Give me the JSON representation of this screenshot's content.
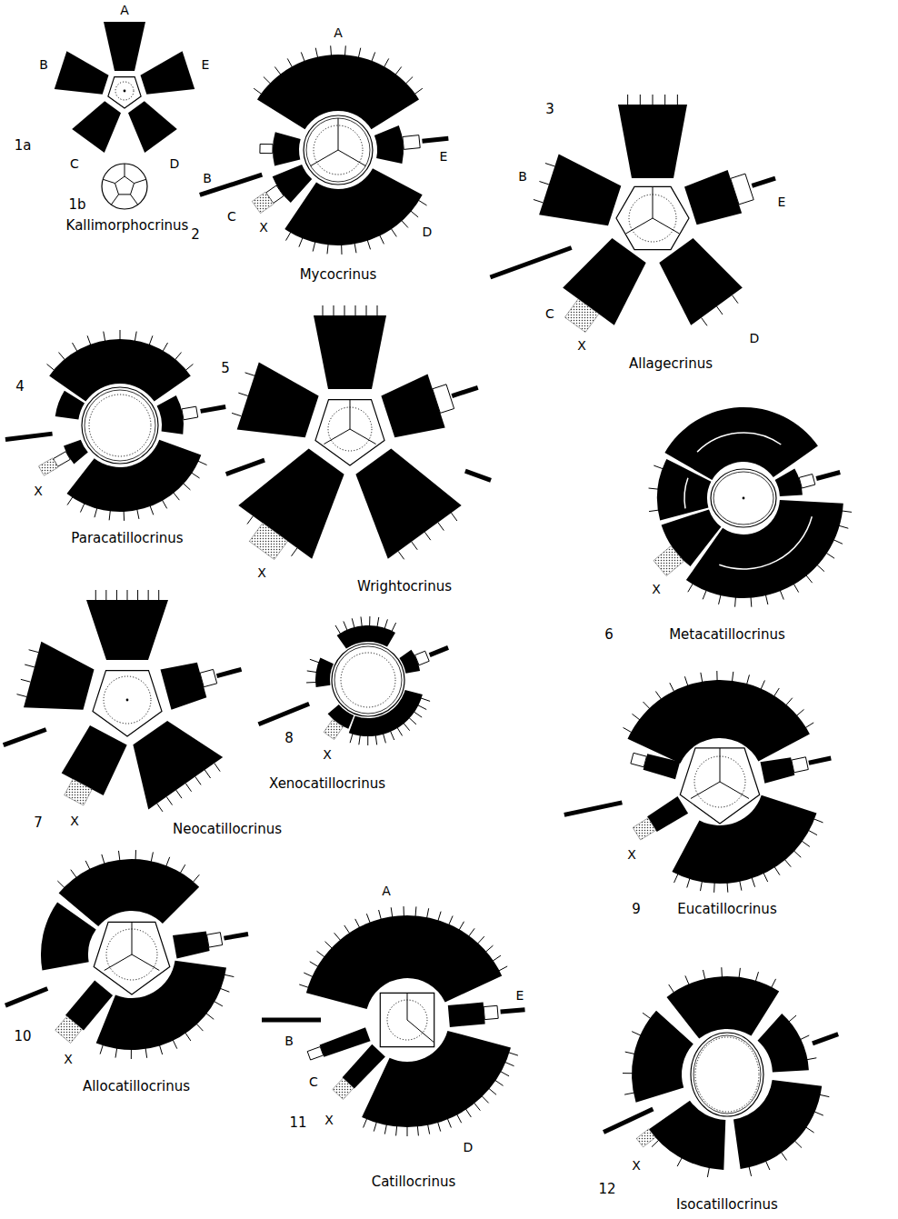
{
  "diagram": {
    "labels": [
      "A",
      "B",
      "E",
      "1a",
      "C",
      "D",
      "1b",
      "Kallimorphocrinus",
      "A",
      "B",
      "E",
      "C",
      "2",
      "X",
      "D",
      "Mycocrinus",
      "3",
      "B",
      "E",
      "C",
      "X",
      "Allagecrinus",
      "D",
      "4",
      "X",
      "Paracatillocrinus",
      "5",
      "X",
      "Wrightocrinus",
      "6",
      "X",
      "Metacatillocrinus",
      "7",
      "X",
      "Neocatillocrinus",
      "8",
      "X",
      "Xenocatillocrinus",
      "9",
      "X",
      "Eucatillocrinus",
      "10",
      "X",
      "Allocatillocrinus",
      "A",
      "B",
      "E",
      "C",
      "X",
      "11",
      "D",
      "Catillocrinus",
      "12",
      "X",
      "Isocatillocrinus"
    ]
  }
}
